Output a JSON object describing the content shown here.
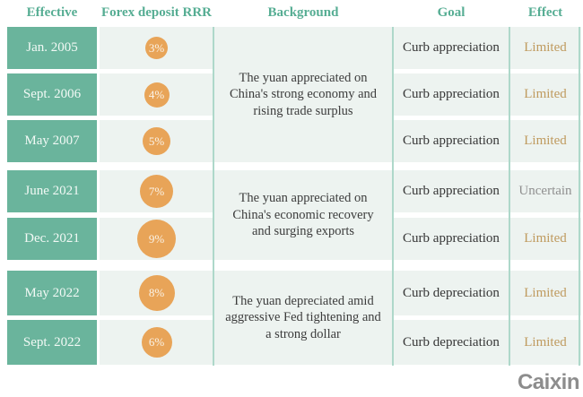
{
  "header": {
    "columns": [
      "Effective",
      "Forex deposit RRR",
      "Background",
      "Goal",
      "Effect"
    ]
  },
  "table": {
    "groups": [
      {
        "background": "The yuan appreciated on China's strong economy and rising trade surplus",
        "rows": [
          {
            "date": "Jan. 2005",
            "rrr": "3%",
            "goal": "Curb appreciation",
            "effect": "Limited"
          },
          {
            "date": "Sept. 2006",
            "rrr": "4%",
            "goal": "Curb appreciation",
            "effect": "Limited"
          },
          {
            "date": "May 2007",
            "rrr": "5%",
            "goal": "Curb appreciation",
            "effect": "Limited"
          }
        ]
      },
      {
        "background": "The yuan appreciated on China's economic recovery and surging exports",
        "rows": [
          {
            "date": "June 2021",
            "rrr": "7%",
            "goal": "Curb appreciation",
            "effect": "Uncertain"
          },
          {
            "date": "Dec. 2021",
            "rrr": "9%",
            "goal": "Curb appreciation",
            "effect": "Limited"
          }
        ]
      },
      {
        "background": "The yuan depreciated amid aggressive Fed tightening and a strong dollar",
        "rows": [
          {
            "date": "May 2022",
            "rrr": "8%",
            "goal": "Curb depreciation",
            "effect": "Limited"
          },
          {
            "date": "Sept. 2022",
            "rrr": "6%",
            "goal": "Curb depreciation",
            "effect": "Limited"
          }
        ]
      }
    ]
  },
  "footer": {
    "brand": "Caixin"
  },
  "colors": {
    "header_green": "#56ad93",
    "cell_green": "#6ab49c",
    "bubble_orange": "#e8a458",
    "light_cell": "#edf3f0",
    "limited_tan": "#bf9a5e",
    "uncertain_gray": "#8f8f8f",
    "separator_teal": "#aed8ca",
    "text_dark": "#3c3c3c",
    "brand_gray": "#8d8d8d"
  },
  "chart_data": {
    "type": "table",
    "title": "China forex deposit RRR adjustments",
    "columns": [
      "Effective",
      "Forex deposit RRR",
      "Background",
      "Goal",
      "Effect"
    ],
    "rows": [
      [
        "Jan. 2005",
        "3%",
        "The yuan appreciated on China's strong economy and rising trade surplus",
        "Curb appreciation",
        "Limited"
      ],
      [
        "Sept. 2006",
        "4%",
        "The yuan appreciated on China's strong economy and rising trade surplus",
        "Curb appreciation",
        "Limited"
      ],
      [
        "May 2007",
        "5%",
        "The yuan appreciated on China's strong economy and rising trade surplus",
        "Curb appreciation",
        "Limited"
      ],
      [
        "June 2021",
        "7%",
        "The yuan appreciated on China's economic recovery and surging exports",
        "Curb appreciation",
        "Uncertain"
      ],
      [
        "Dec. 2021",
        "9%",
        "The yuan appreciated on China's economic recovery and surging exports",
        "Curb appreciation",
        "Limited"
      ],
      [
        "May 2022",
        "8%",
        "The yuan depreciated amid aggressive Fed tightening and a strong dollar",
        "Curb depreciation",
        "Limited"
      ],
      [
        "Sept. 2022",
        "6%",
        "The yuan depreciated amid aggressive Fed tightening and a strong dollar",
        "Curb depreciation",
        "Limited"
      ]
    ],
    "rrr_values_percent": [
      3,
      4,
      5,
      7,
      9,
      8,
      6
    ],
    "bubble_size_encodes_value": true,
    "source_brand": "Caixin"
  }
}
